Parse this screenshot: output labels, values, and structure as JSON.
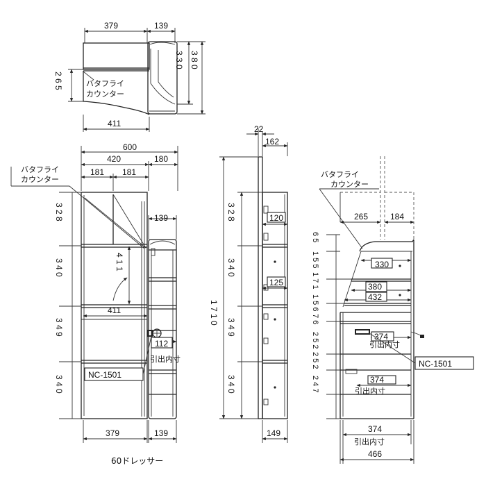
{
  "caption": "60ドレッサー",
  "labels": {
    "butterfly_counter_line1": "バタフライ",
    "butterfly_counter_line2": "カウンター",
    "pullout_inner": "引出内寸",
    "model": "NC-1501"
  },
  "top_view": {
    "w_main": "379",
    "w_side": "139",
    "d_main": "3 3 0",
    "d_total": "3 8 0",
    "d_counter": "2 6 5",
    "w_counter": "411"
  },
  "front_view": {
    "w_total": "600",
    "w_420": "420",
    "w_180": "180",
    "w_181a": "181",
    "w_181b": "181",
    "w_139_side": "139",
    "h_328": "3 2 8",
    "h_340a": "3 4 0",
    "h_349": "3 4 9",
    "h_340b": "3 4 0",
    "d_411_vert": "4 1 1",
    "w_411_counter": "411",
    "w_112": "112",
    "w_379_bottom": "379",
    "w_139_bottom": "139"
  },
  "side_view": {
    "w_22": "22",
    "w_162": "162",
    "h_1710": "1 7 1 0",
    "h_328": "3 2 8",
    "h_340a": "3 4 0",
    "h_349": "3 4 9",
    "h_340b": "3 4 0",
    "w_120": "120",
    "w_125": "125",
    "w_149": "149"
  },
  "section_view": {
    "w_265": "265",
    "w_184": "184",
    "w_330": "330",
    "w_380": "380",
    "w_432": "432",
    "w_374a": "374",
    "w_374b": "374",
    "w_374c": "374",
    "w_466": "466",
    "h_65": "6 5",
    "h_155": "1 5 5",
    "h_171": "1 7 1",
    "h_156": "1 5 6",
    "h_76": "7 6",
    "h_252": "2 5 2",
    "h_252b": "2 5 2",
    "h_247": "2 4 7"
  }
}
